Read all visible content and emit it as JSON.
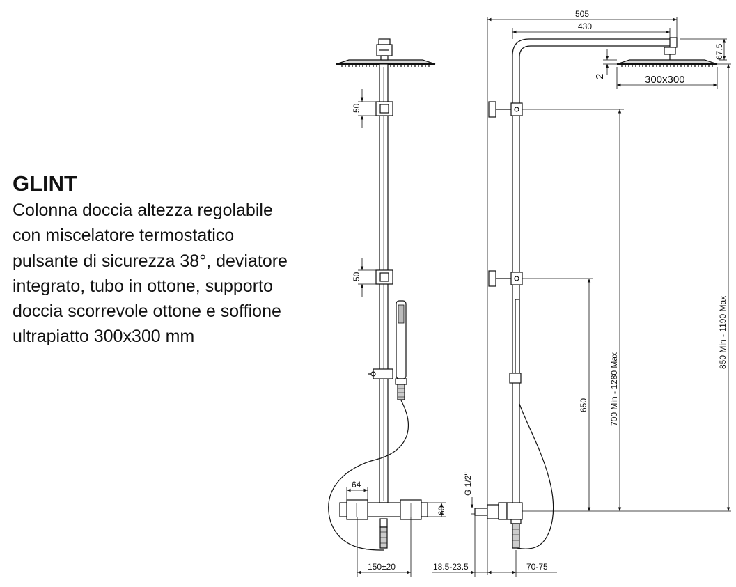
{
  "product": {
    "name": "GLINT",
    "description_lines": [
      "Colonna doccia altezza regolabile",
      "con miscelatore termostatico",
      "pulsante di sicurezza 38°, deviatore",
      "integrato, tubo in ottone, supporto",
      "doccia scorrevole ottone e soffione",
      "ultrapiatto 300x300 mm"
    ]
  },
  "dimensions": {
    "total_width": "505",
    "arm_length": "430",
    "head_offset": "67,5",
    "head_thickness": "2",
    "head_size": "300x300",
    "bracket_height_top": "50",
    "bracket_height_mid": "50",
    "mixer_knob_width": "64",
    "mixer_height": "60",
    "inlet_spacing": "150±20",
    "wall_offset": "18.5-23.5",
    "inlet_projection": "70-75",
    "thread": "G 1/2\"",
    "slider_height": "650",
    "column_height": "700 Min - 1280 Max",
    "total_height": "850 Min - 1190 Max"
  }
}
